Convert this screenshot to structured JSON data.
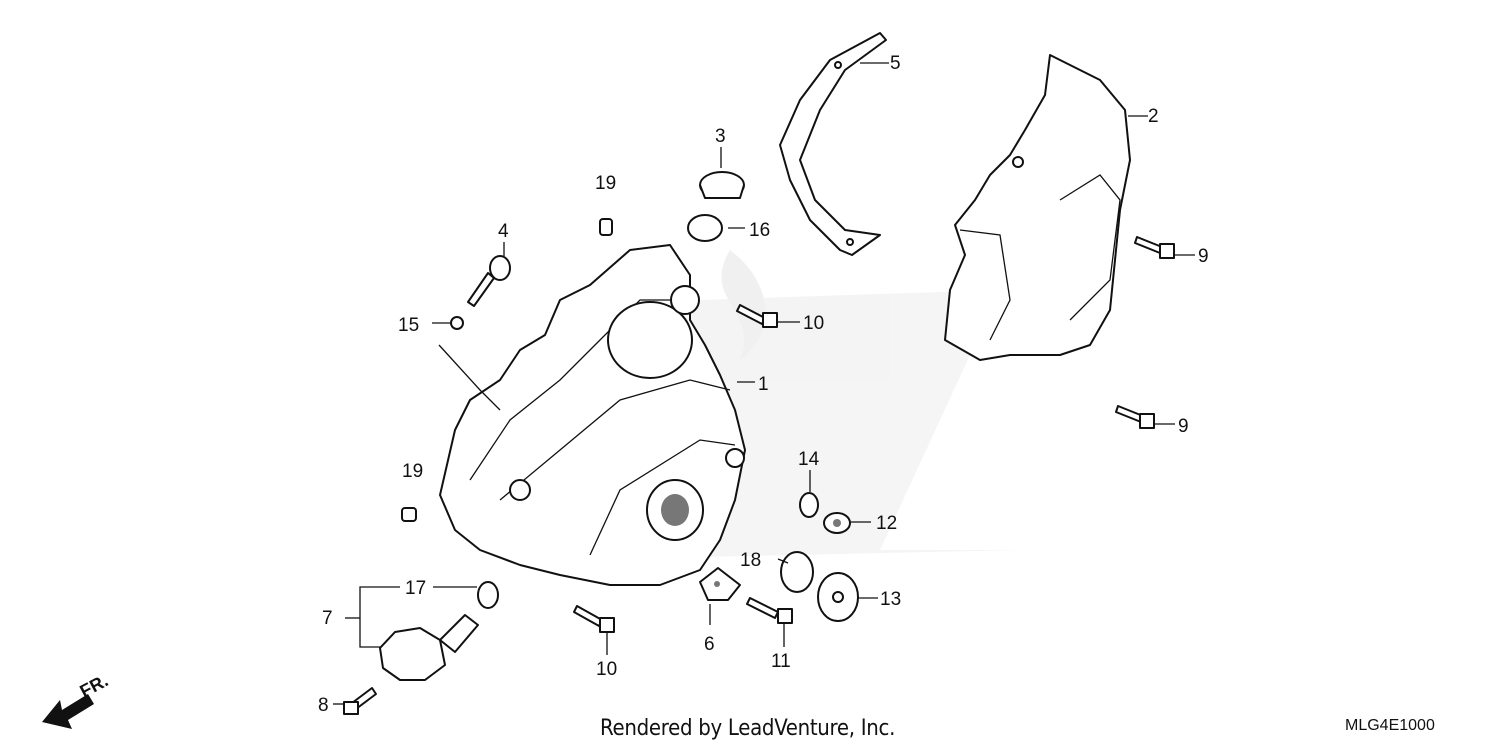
{
  "diagram": {
    "callouts": [
      {
        "id": "c1",
        "label": "1"
      },
      {
        "id": "c2",
        "label": "2"
      },
      {
        "id": "c3",
        "label": "3"
      },
      {
        "id": "c4",
        "label": "4"
      },
      {
        "id": "c5",
        "label": "5"
      },
      {
        "id": "c6",
        "label": "6"
      },
      {
        "id": "c7",
        "label": "7"
      },
      {
        "id": "c8",
        "label": "8"
      },
      {
        "id": "c9a",
        "label": "9"
      },
      {
        "id": "c9b",
        "label": "9"
      },
      {
        "id": "c10a",
        "label": "10"
      },
      {
        "id": "c10b",
        "label": "10"
      },
      {
        "id": "c11",
        "label": "11"
      },
      {
        "id": "c12",
        "label": "12"
      },
      {
        "id": "c13",
        "label": "13"
      },
      {
        "id": "c14",
        "label": "14"
      },
      {
        "id": "c15",
        "label": "15"
      },
      {
        "id": "c16",
        "label": "16"
      },
      {
        "id": "c17",
        "label": "17"
      },
      {
        "id": "c18",
        "label": "18"
      },
      {
        "id": "c19a",
        "label": "19"
      },
      {
        "id": "c19b",
        "label": "19"
      }
    ],
    "direction_label": "FR.",
    "credit": "Rendered by LeadVenture, Inc.",
    "diagram_code": "MLG4E1000",
    "colors": {
      "line": "#111111",
      "watermark": "#d4d4d4"
    }
  }
}
